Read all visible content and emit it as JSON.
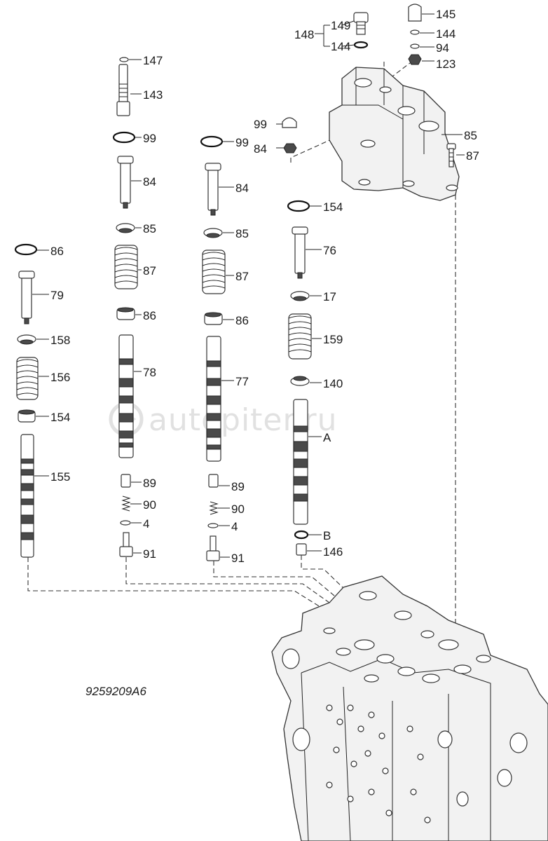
{
  "drawing_code": "9259209A6",
  "watermark": "autopiter.ru",
  "callouts": [
    {
      "id": "c147",
      "text": "147"
    },
    {
      "id": "c143",
      "text": "143"
    },
    {
      "id": "c99a",
      "text": "99"
    },
    {
      "id": "c84a",
      "text": "84"
    },
    {
      "id": "c85a",
      "text": "85"
    },
    {
      "id": "c87a",
      "text": "87"
    },
    {
      "id": "c86a",
      "text": "86"
    },
    {
      "id": "c78",
      "text": "78"
    },
    {
      "id": "c89a",
      "text": "89"
    },
    {
      "id": "c90a",
      "text": "90"
    },
    {
      "id": "c4a",
      "text": "4"
    },
    {
      "id": "c91a",
      "text": "91"
    },
    {
      "id": "c99b",
      "text": "99"
    },
    {
      "id": "c84b",
      "text": "84"
    },
    {
      "id": "c85b",
      "text": "85"
    },
    {
      "id": "c87b",
      "text": "87"
    },
    {
      "id": "c86b",
      "text": "86"
    },
    {
      "id": "c77",
      "text": "77"
    },
    {
      "id": "c89b",
      "text": "89"
    },
    {
      "id": "c90b",
      "text": "90"
    },
    {
      "id": "c4b",
      "text": "4"
    },
    {
      "id": "c91b",
      "text": "91"
    },
    {
      "id": "c99c",
      "text": "99"
    },
    {
      "id": "c84c",
      "text": "84"
    },
    {
      "id": "c85c",
      "text": "85"
    },
    {
      "id": "c87c",
      "text": "87"
    },
    {
      "id": "c86c",
      "text": "86"
    },
    {
      "id": "c79",
      "text": "79"
    },
    {
      "id": "c158",
      "text": "158"
    },
    {
      "id": "c156",
      "text": "156"
    },
    {
      "id": "c154a",
      "text": "154"
    },
    {
      "id": "c155",
      "text": "155"
    },
    {
      "id": "c154b",
      "text": "154"
    },
    {
      "id": "c76",
      "text": "76"
    },
    {
      "id": "c17",
      "text": "17"
    },
    {
      "id": "c159",
      "text": "159"
    },
    {
      "id": "c140",
      "text": "140"
    },
    {
      "id": "cA",
      "text": "A"
    },
    {
      "id": "cB",
      "text": "B"
    },
    {
      "id": "c146",
      "text": "146"
    },
    {
      "id": "c148",
      "text": "148"
    },
    {
      "id": "c149",
      "text": "149"
    },
    {
      "id": "c144a",
      "text": "144"
    },
    {
      "id": "c145",
      "text": "145"
    },
    {
      "id": "c144b",
      "text": "144"
    },
    {
      "id": "c94",
      "text": "94"
    },
    {
      "id": "c123",
      "text": "123"
    }
  ]
}
